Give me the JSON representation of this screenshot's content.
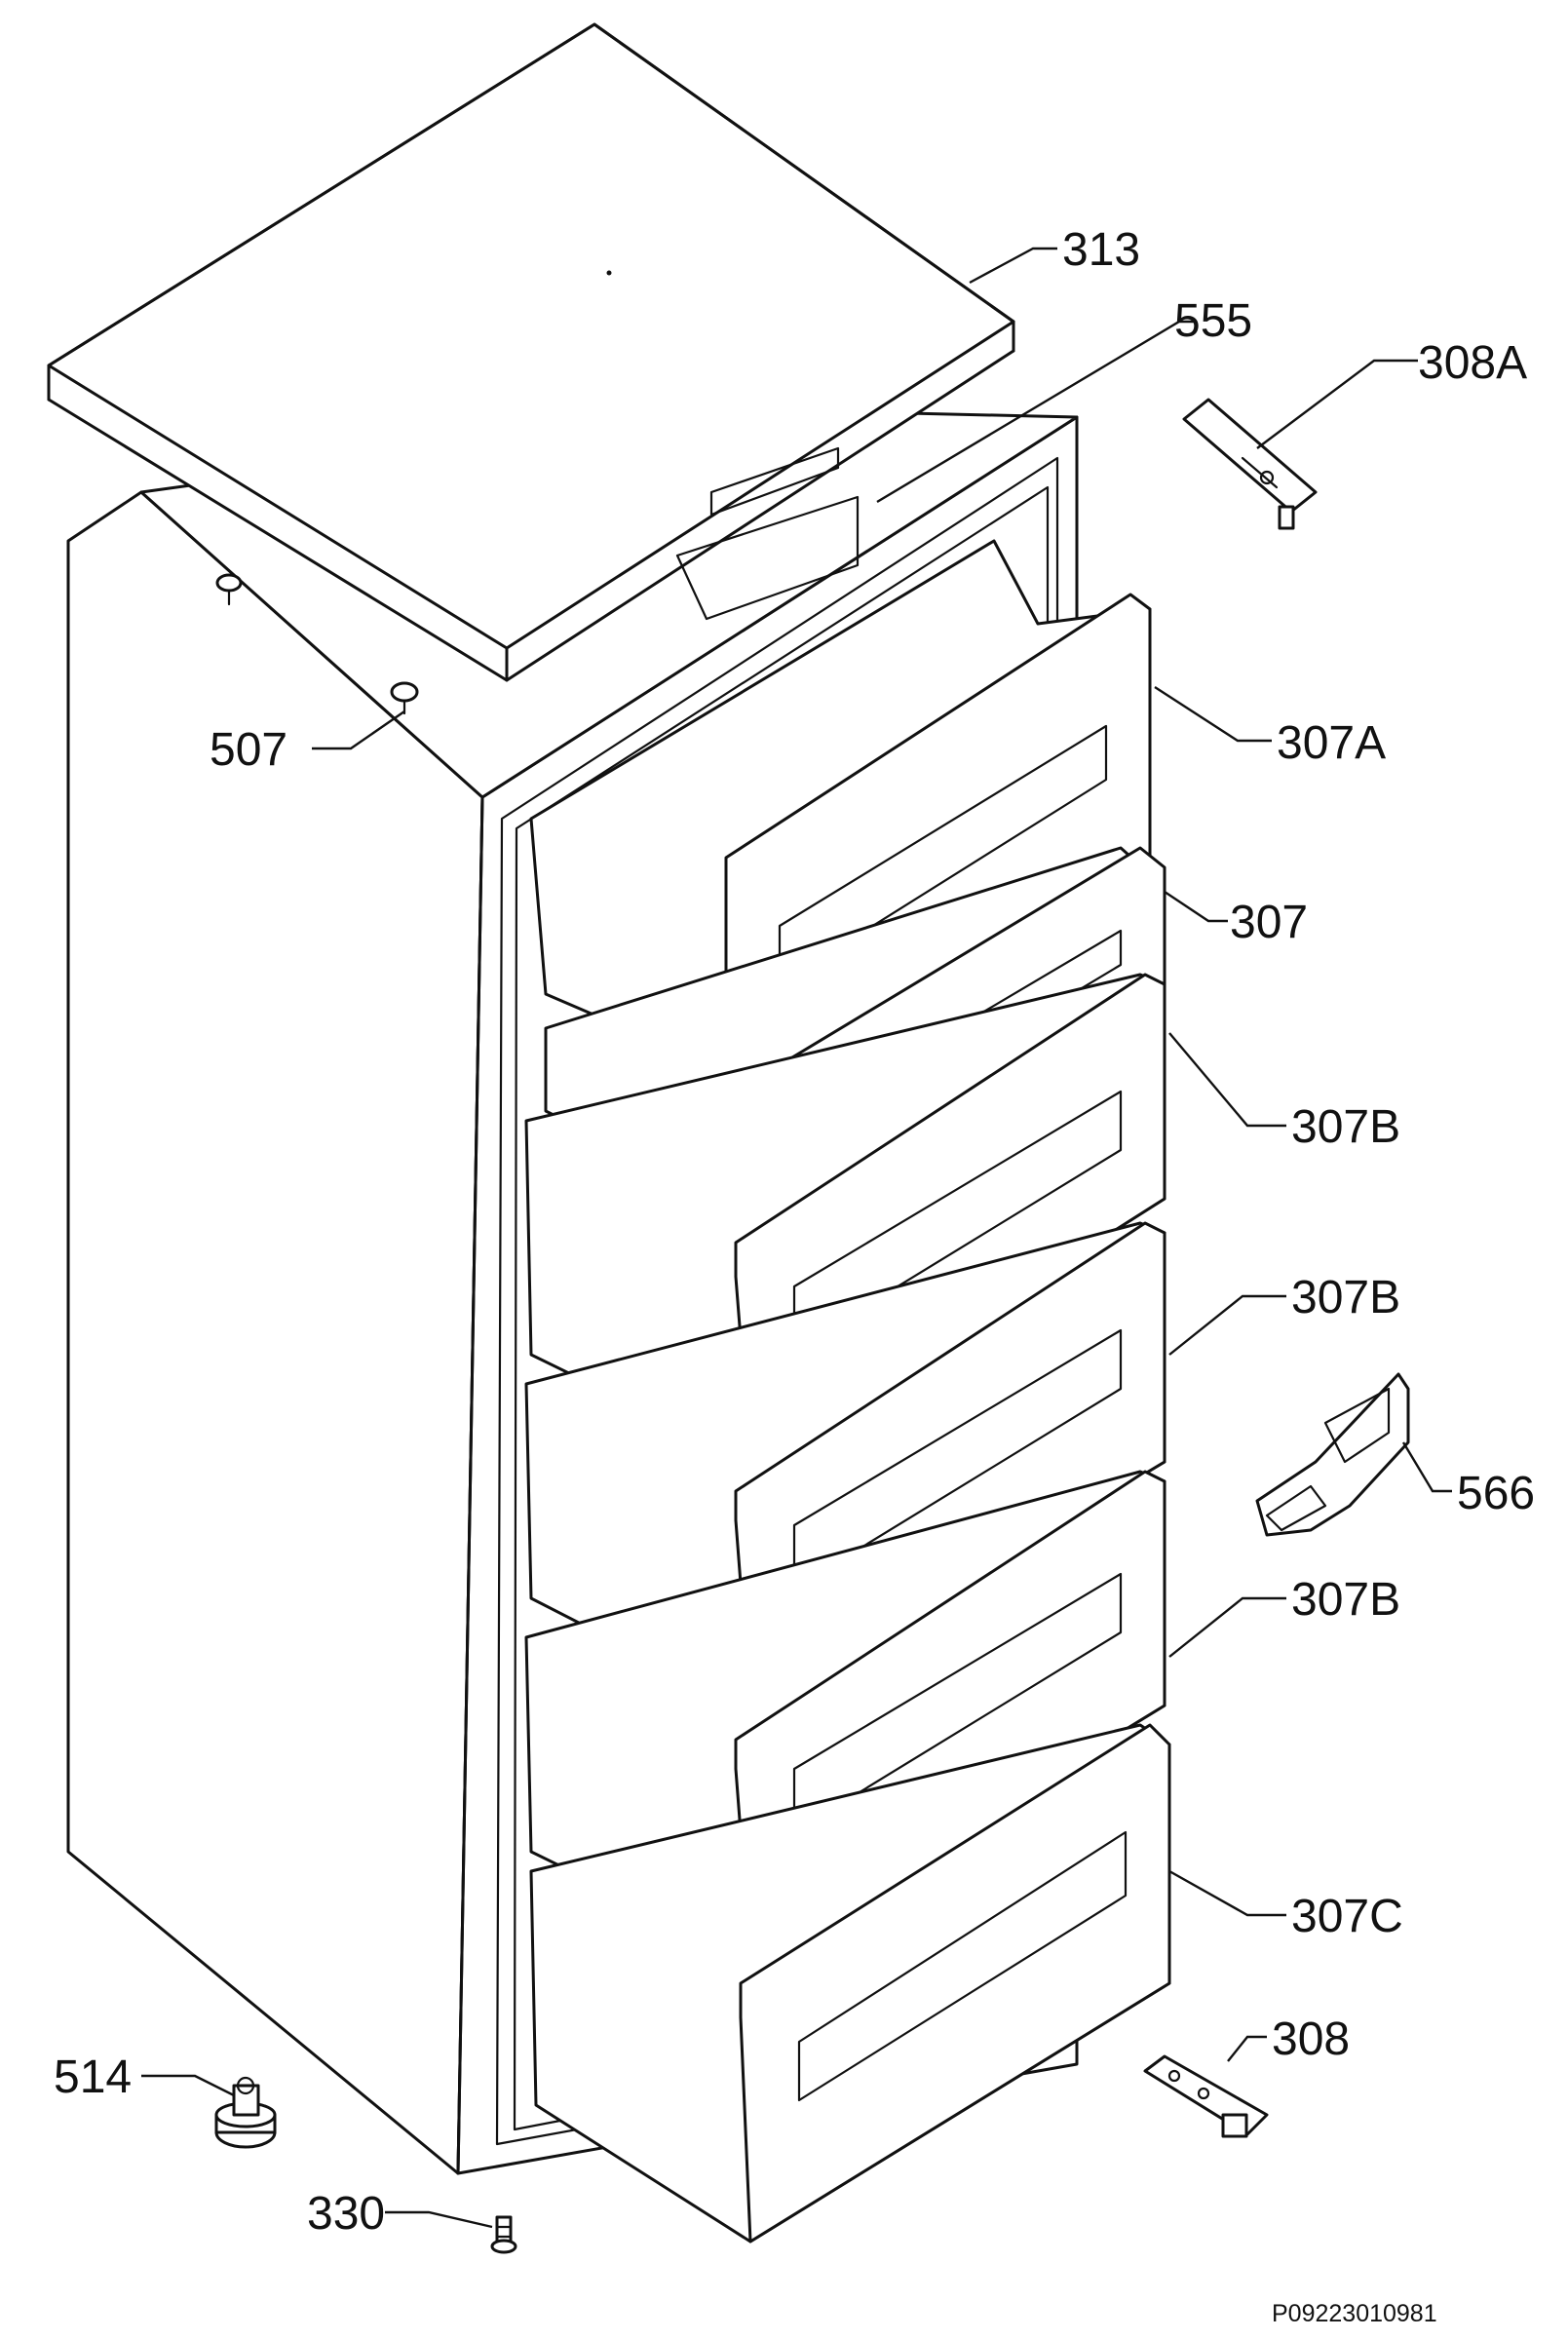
{
  "parts": [
    {
      "id": "313",
      "name": "top-cover"
    },
    {
      "id": "555",
      "name": "top-frame"
    },
    {
      "id": "308A",
      "name": "upper-hinge"
    },
    {
      "id": "507",
      "name": "screw"
    },
    {
      "id": "307A",
      "name": "drawer-top"
    },
    {
      "id": "307",
      "name": "flap"
    },
    {
      "id": "307B",
      "name": "drawer-b1"
    },
    {
      "id": "307B",
      "name": "drawer-b2"
    },
    {
      "id": "566",
      "name": "hinge-cover"
    },
    {
      "id": "307B",
      "name": "drawer-b3"
    },
    {
      "id": "307C",
      "name": "drawer-bottom"
    },
    {
      "id": "308",
      "name": "lower-hinge"
    },
    {
      "id": "514",
      "name": "adjustable-foot"
    },
    {
      "id": "330",
      "name": "bottom-screw"
    }
  ],
  "reference_code": "P09223010981"
}
